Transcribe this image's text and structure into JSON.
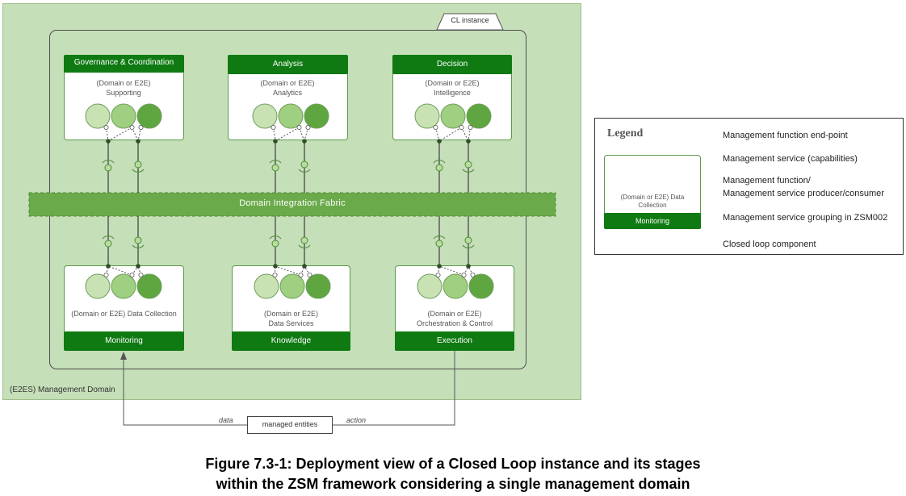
{
  "domain_label": "(E2ES) Management Domain",
  "cl_instance_label": "CL instance",
  "fabric_label": "Domain Integration Fabric",
  "top_cards": [
    {
      "title": "Governance & Coordination",
      "line1": "(Domain or E2E)",
      "line2": "Supporting"
    },
    {
      "title": "Analysis",
      "line1": "(Domain or E2E)",
      "line2": "Analytics"
    },
    {
      "title": "Decision",
      "line1": "(Domain or E2E)",
      "line2": "Intelligence"
    }
  ],
  "bottom_cards": [
    {
      "title": "Monitoring",
      "line1": "(Domain or E2E) Data Collection",
      "line2": ""
    },
    {
      "title": "Knowledge",
      "line1": "(Domain or E2E)",
      "line2": "Data Services"
    },
    {
      "title": "Execution",
      "line1": "(Domain or E2E)",
      "line2": "Orchestration & Control"
    }
  ],
  "managed_entities_label": "managed entities",
  "data_label": "data",
  "action_label": "action",
  "legend": {
    "title": "Legend",
    "card_sub_line1": "(Domain or E2E) Data",
    "card_sub_line2": "Collection",
    "card_title": "Monitoring",
    "items": [
      "Management function end-point",
      "Management service (capabilities)",
      "Management function/",
      "Management service producer/consumer",
      "Management service grouping in ZSM002",
      "Closed loop component"
    ]
  },
  "caption_line1": "Figure 7.3-1: Deployment view of a Closed Loop instance and its stages",
  "caption_line2": "within the ZSM framework considering a single management domain",
  "colors": {
    "domain_bg": "#c5dfb8",
    "fabric": "#6aaa4a",
    "header": "#0f7a12",
    "circle_light": "#c8e2b4",
    "circle_mid": "#9fcf80",
    "circle_dark": "#5fa640"
  }
}
